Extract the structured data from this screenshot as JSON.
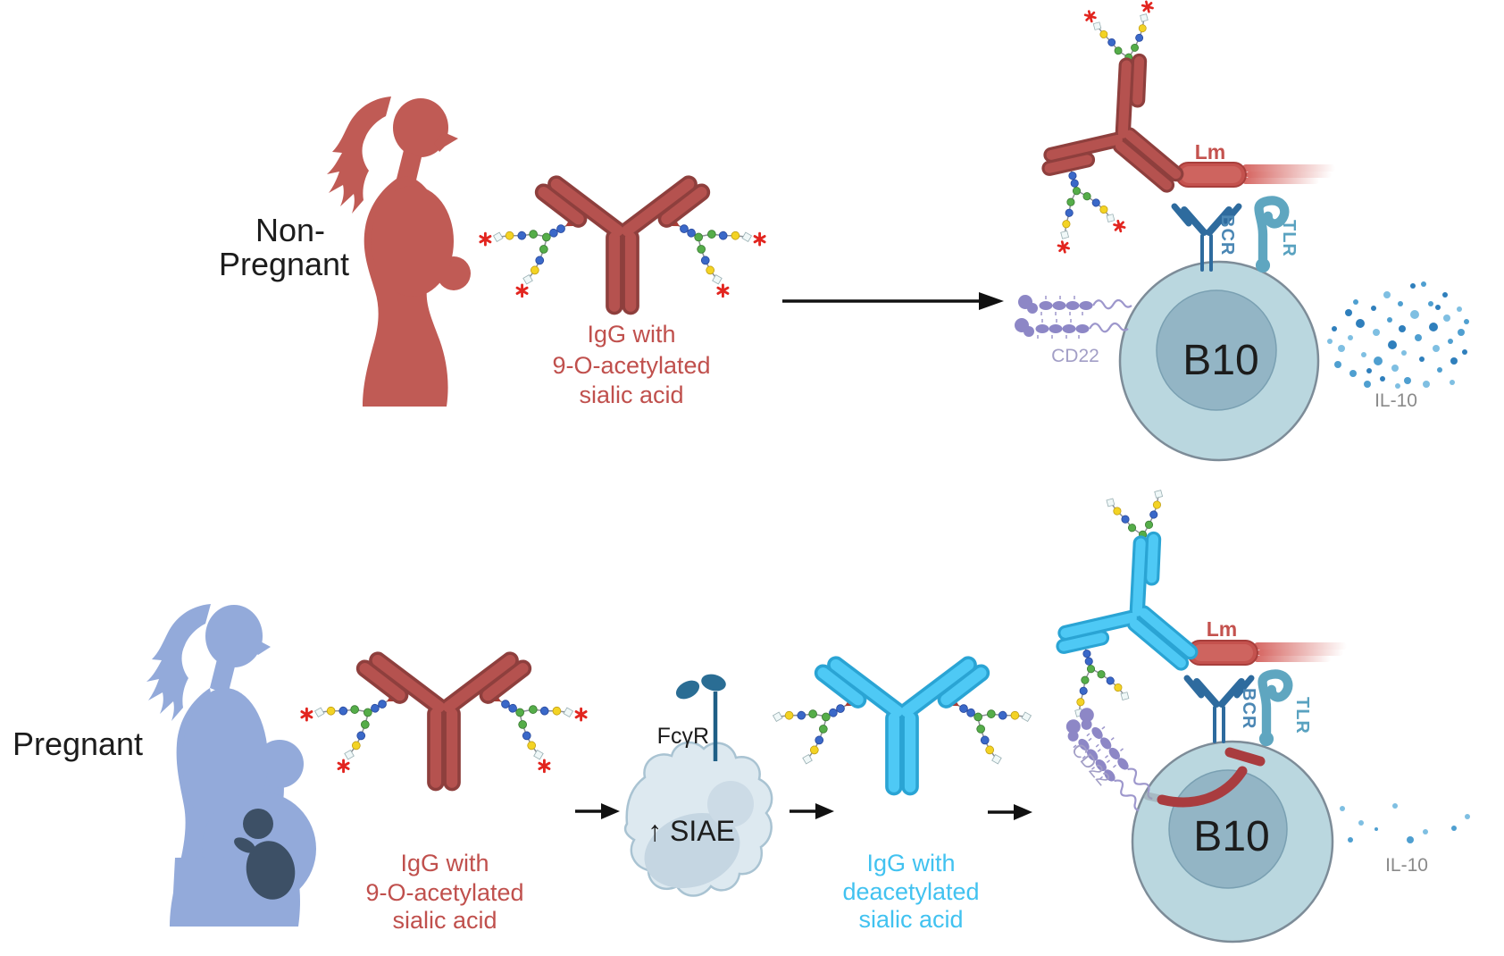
{
  "rows": {
    "non_pregnant": {
      "label_line1": "Non-",
      "label_line2": "Pregnant",
      "igg_caption": [
        "IgG with",
        "9-O-acetylated",
        "sialic acid"
      ],
      "cell_label": "B10",
      "bcr_label": "BCR",
      "tlr_label": "TLR",
      "cd22_label": "CD22",
      "pathogen_label": "Lm",
      "cytokine_label": "IL-10"
    },
    "pregnant": {
      "label": "Pregnant",
      "igg_caption_acetylated": [
        "IgG with",
        "9-O-acetylated",
        "sialic acid"
      ],
      "enzyme_cell": {
        "receptor_label": "FcγR",
        "enzyme_text": "↑ SIAE"
      },
      "igg_caption_deacetylated": [
        "IgG with",
        "deacetylated",
        "sialic acid"
      ],
      "cell_label": "B10",
      "bcr_label": "BCR",
      "tlr_label": "TLR",
      "cd22_label": "CD22",
      "pathogen_label": "Lm",
      "cytokine_label": "IL-10"
    }
  },
  "colors": {
    "igg_red_fill": "#b5524f",
    "igg_red_outline": "#8e3f3d",
    "igg_cyan_fill": "#4ec9f5",
    "igg_cyan_outline": "#2aa4d4",
    "woman_red": "#c05b55",
    "woman_blue": "#93aada",
    "fetus_blue": "#3d5066",
    "b10_cell_fill": "#bad7df",
    "b10_nucleus_fill": "#93b5c5",
    "caption_red": "#c0504d",
    "caption_cyan": "#41c2f0",
    "bcr_blue": "#2e6b9e",
    "tlr_teal": "#5fa6c0",
    "cd22_purple": "#8d87c6",
    "lm_red": "#c4524e",
    "il10_dot_dark": "#2f7fbc",
    "il10_dot_mid": "#4f9fd0",
    "il10_dot_light": "#7fbfe2",
    "label_gray": "#8a8a8a",
    "asterisk_red": "#e2251f",
    "glycan_green": "#55ad49",
    "glycan_blue": "#3a68c8",
    "glycan_yellow": "#f3d324",
    "inhibition_red": "#a93c3f",
    "arrow_black": "#111111"
  },
  "il10_dots": {
    "non_pregnant": [
      [
        1494,
        368,
        3
      ],
      [
        1502,
        390,
        4
      ],
      [
        1498,
        408,
        4
      ],
      [
        1510,
        350,
        4
      ],
      [
        1512,
        378,
        3
      ],
      [
        1515,
        418,
        4
      ],
      [
        1523,
        362,
        5
      ],
      [
        1527,
        397,
        3
      ],
      [
        1531,
        430,
        4
      ],
      [
        1538,
        345,
        3
      ],
      [
        1541,
        372,
        4
      ],
      [
        1543,
        404,
        5
      ],
      [
        1548,
        424,
        3
      ],
      [
        1553,
        330,
        4
      ],
      [
        1556,
        358,
        3
      ],
      [
        1559,
        386,
        5
      ],
      [
        1562,
        412,
        4
      ],
      [
        1568,
        340,
        3
      ],
      [
        1570,
        368,
        4
      ],
      [
        1572,
        395,
        3
      ],
      [
        1576,
        426,
        4
      ],
      [
        1582,
        320,
        3
      ],
      [
        1584,
        352,
        5
      ],
      [
        1588,
        378,
        4
      ],
      [
        1592,
        402,
        3
      ],
      [
        1597,
        430,
        4
      ],
      [
        1602,
        340,
        3
      ],
      [
        1605,
        366,
        5
      ],
      [
        1608,
        390,
        4
      ],
      [
        1612,
        414,
        3
      ],
      [
        1618,
        330,
        3
      ],
      [
        1620,
        356,
        4
      ],
      [
        1624,
        382,
        3
      ],
      [
        1628,
        404,
        4
      ],
      [
        1634,
        346,
        3
      ],
      [
        1636,
        372,
        4
      ],
      [
        1640,
        394,
        3
      ],
      [
        1489,
        382,
        3
      ],
      [
        1518,
        338,
        3
      ],
      [
        1533,
        415,
        3
      ],
      [
        1565,
        432,
        3
      ],
      [
        1594,
        318,
        3
      ],
      [
        1610,
        344,
        3
      ],
      [
        1626,
        428,
        3
      ],
      [
        1642,
        360,
        3
      ]
    ],
    "pregnant": [
      [
        1503,
        905,
        3
      ],
      [
        1512,
        940,
        3
      ],
      [
        1524,
        921,
        3
      ],
      [
        1541,
        928,
        2
      ],
      [
        1562,
        902,
        3
      ],
      [
        1579,
        940,
        4
      ],
      [
        1596,
        931,
        3
      ],
      [
        1628,
        927,
        3
      ],
      [
        1643,
        914,
        3
      ]
    ]
  }
}
